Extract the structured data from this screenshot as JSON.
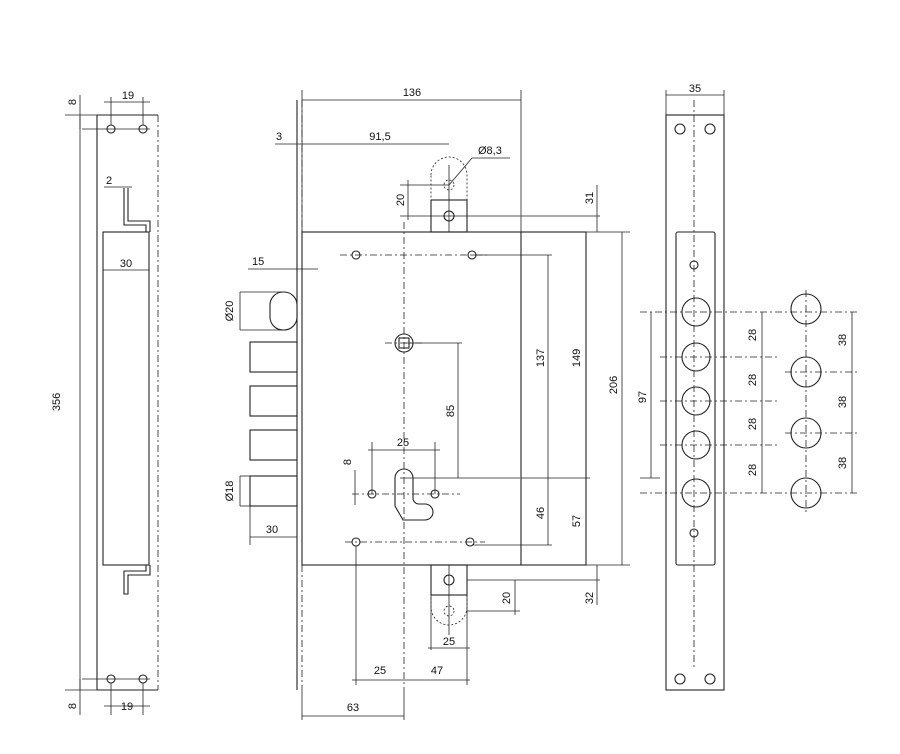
{
  "colors": {
    "line": "#222222",
    "background": "#ffffff"
  },
  "dimensions": {
    "left_top_offset": "8",
    "left_top_width": "19",
    "left_total_height": "356",
    "left_hook": "2",
    "left_case_width": "30",
    "left_bottom_offset": "8",
    "left_bottom_width": "19",
    "body_width": "136",
    "front_offset": "3",
    "pin_offset": "91,5",
    "pin_diameter": "Ø8,3",
    "pin_height": "20",
    "top_margin": "31",
    "bolt_width": "15",
    "bolt_diameter": "Ø20",
    "deadbolt_diameter": "Ø18",
    "deadbolt_length": "30",
    "cylinder_width": "25",
    "cylinder_small": "8",
    "h137": "137",
    "h149": "149",
    "h206": "206",
    "h85": "85",
    "h46": "46",
    "h57": "57",
    "h97": "97",
    "bottom_offset": "32",
    "bottom_pin_height": "20",
    "bottom_pin_width": "25",
    "bottom_left_25": "25",
    "bottom_47": "47",
    "backset": "63",
    "right_width": "35",
    "spacing_28_a": "28",
    "spacing_28_b": "28",
    "spacing_28_c": "28",
    "spacing_28_d": "28",
    "spacing_38_a": "38",
    "spacing_38_b": "38",
    "spacing_38_c": "38"
  }
}
